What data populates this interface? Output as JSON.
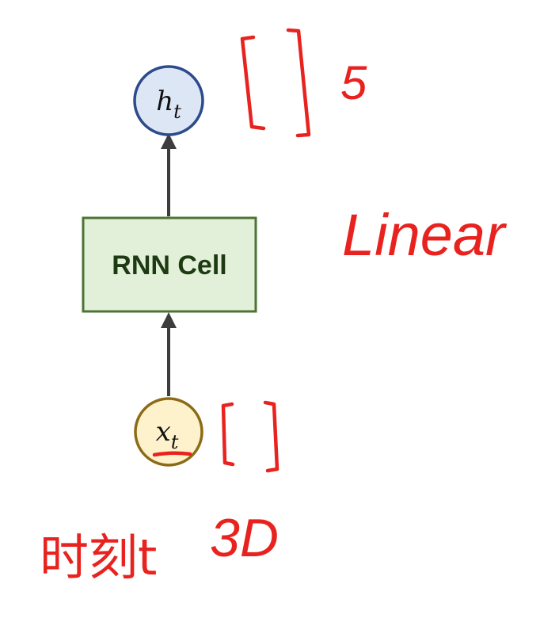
{
  "diagram": {
    "output_node": {
      "base": "h",
      "subscript": "t"
    },
    "cell": {
      "label": "RNN Cell"
    },
    "input_node": {
      "base": "x",
      "subscript": "t"
    }
  },
  "annotations": {
    "output_dim": "5",
    "layer_note": "Linear",
    "input_dim": "3D",
    "handwritten_chinese": "时刻t"
  },
  "colors": {
    "output_fill": "#dce6f4",
    "output_stroke": "#2c4a8c",
    "cell_fill": "#e2f0d9",
    "cell_stroke": "#4e7434",
    "cell_text": "#1e3a13",
    "input_fill": "#fdf2cb",
    "input_stroke": "#8c6b16",
    "arrow": "#3d3d3d",
    "ink": "#e8231f"
  }
}
